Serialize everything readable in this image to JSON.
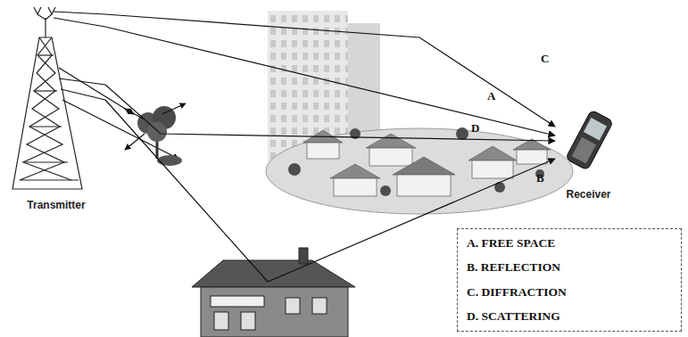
{
  "diagram": {
    "nodes": [
      {
        "text": [
          "Transmitter"
        ]
      },
      {
        "text": [
          "Receiver"
        ]
      }
    ],
    "edges": [
      {
        "from": 0,
        "to": 1,
        "arrow": "to",
        "label": "A"
      },
      {
        "from": 0,
        "to": 1,
        "arrow": "to",
        "label": "C"
      },
      {
        "from": 0,
        "to": 1,
        "arrow": "to",
        "label": "D"
      },
      {
        "from": 0,
        "to": 1,
        "arrow": "to",
        "label": "B"
      }
    ],
    "legend": [
      {
        "text": "A. FREE SPACE"
      },
      {
        "text": "B. REFLECTION"
      },
      {
        "text": "C. DIFFRACTION"
      },
      {
        "text": "D. SCATTERING"
      }
    ]
  }
}
